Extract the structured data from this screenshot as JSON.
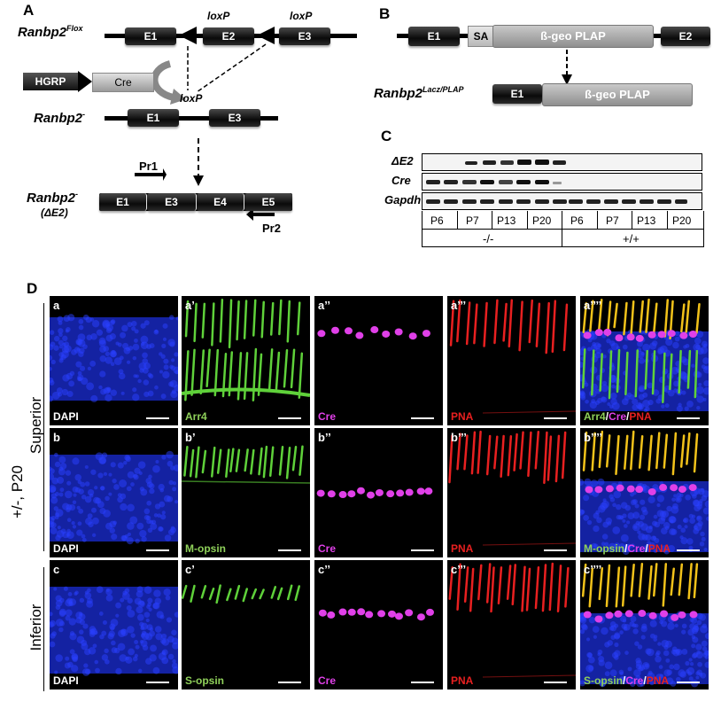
{
  "panels": {
    "A": "A",
    "B": "B",
    "C": "C",
    "D": "D"
  },
  "panelA": {
    "flox": "Ranbp2",
    "flox_sup": "Flox",
    "exons_top": [
      "E1",
      "E2",
      "E3"
    ],
    "loxp": [
      "loxP",
      "loxP",
      "loxP"
    ],
    "hgrp": "HGRP",
    "cre": "Cre",
    "minus": "Ranbp2",
    "minus_sup": "-",
    "exons_mid": [
      "E1",
      "E3"
    ],
    "delta_name": "Ranbp2",
    "delta_sup": "-",
    "delta_sub": "(ΔE2)",
    "exons_bottom": [
      "E1",
      "E3",
      "E4",
      "E5"
    ],
    "pr1": "Pr1",
    "pr2": "Pr2"
  },
  "panelB": {
    "e1": "E1",
    "sa": "SA",
    "geo": "ß-geo PLAP",
    "e2": "E2",
    "allele": "Ranbp2",
    "allele_sup": "Lacz/PLAP",
    "e1b": "E1",
    "geob": "ß-geo PLAP"
  },
  "panelC": {
    "rows": [
      "ΔE2",
      "Cre",
      "Gapdh"
    ],
    "ages": [
      "P6",
      "P7",
      "P13",
      "P20",
      "P6",
      "P7",
      "P13",
      "P20"
    ],
    "genotypes": [
      "-/-",
      "+/+"
    ]
  },
  "panelD": {
    "side_label": "+/-, P20",
    "superior": "Superior",
    "inferior": "Inferior",
    "rows": [
      {
        "tiles": [
          "a",
          "a’",
          "a’’",
          "a’’’",
          "a’’’’"
        ],
        "stain": "Arr4"
      },
      {
        "tiles": [
          "b",
          "b’",
          "b’’",
          "b’’’",
          "b’’’’"
        ],
        "stain": "M-opsin"
      },
      {
        "tiles": [
          "c",
          "c’",
          "c’’",
          "c’’’",
          "c’’’’"
        ],
        "stain": "S-opsin"
      }
    ],
    "dapi": "DAPI",
    "cre": "Cre",
    "pna": "PNA",
    "slash": "/",
    "colors": {
      "dapi": "#1b2ed8",
      "green": "#5fd13a",
      "magenta": "#e040e8",
      "red": "#e82020"
    }
  }
}
